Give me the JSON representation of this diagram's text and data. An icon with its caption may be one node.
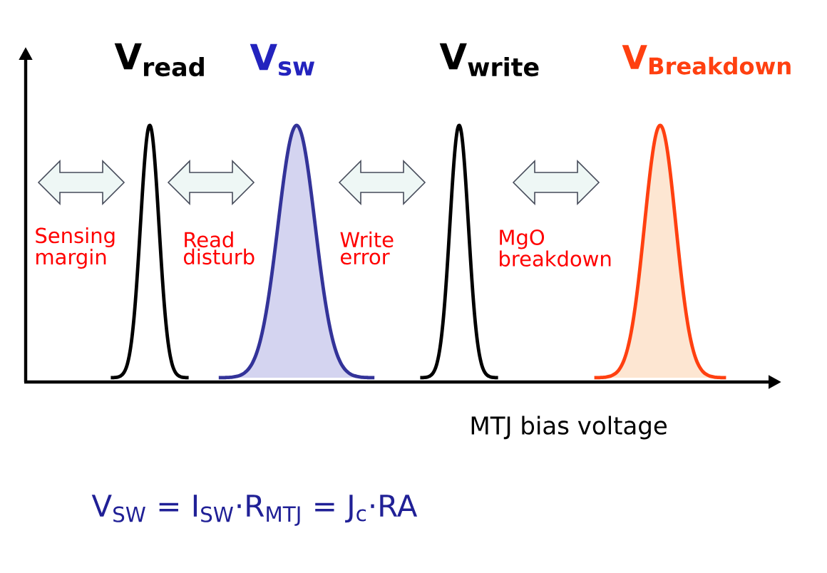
{
  "diagram": {
    "labels": [
      "\\mathbf{V}_{\\mathbf{read}}",
      "\\mathbf{V}_{\\mathbf{sw}}",
      "\\mathbf{V}_{\\mathbf{write}}",
      "\\mathbf{V}_{\\mathbf{Breakdown}}",
      "Sensing margin",
      "Read disturb",
      "Write error",
      "MgO breakdown",
      "MTJ bias voltage",
      "V$_{SW}$ = I$_{SW}$·R$_{MTJ}$ = J$_{c}$·RA"
    ]
  }
}
